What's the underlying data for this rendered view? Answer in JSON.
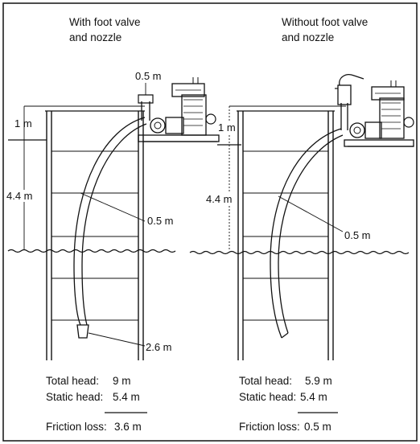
{
  "panels": {
    "left": {
      "title_line1": "With foot valve",
      "title_line2": "and nozzle",
      "label_top": "0.5 m",
      "label_1m": "1 m",
      "label_depth": "4.4 m",
      "label_pipe": "0.5 m",
      "label_valve": "2.6 m",
      "total_head_label": "Total head:",
      "total_head_value": "9 m",
      "static_head_label": "Static head:",
      "static_head_value": "5.4 m",
      "friction_loss_label": "Friction loss:",
      "friction_loss_value": "3.6 m"
    },
    "right": {
      "title_line1": "Without foot valve",
      "title_line2": "and nozzle",
      "label_1m": "1 m",
      "label_depth": "4.4 m",
      "label_pipe": "0.5 m",
      "total_head_label": "Total head:",
      "total_head_value": "5.9 m",
      "static_head_label": "Static head:",
      "static_head_value": "5.4 m",
      "friction_loss_label": "Friction loss:",
      "friction_loss_value": "0.5 m"
    }
  }
}
